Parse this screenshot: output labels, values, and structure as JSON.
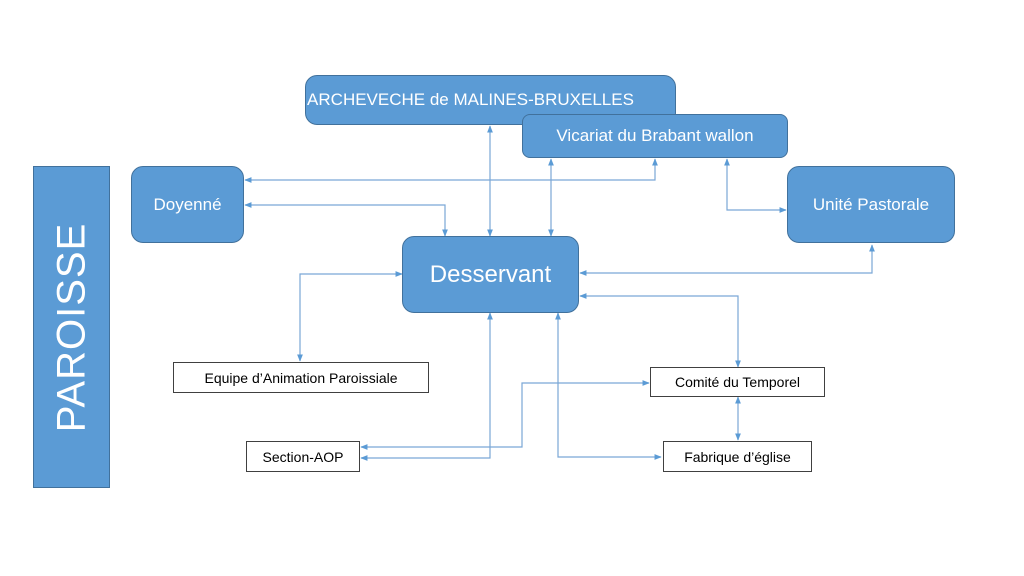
{
  "side_label": "PAROISSE",
  "nodes": {
    "archeveche": "ARCHEVECHE de MALINES-BRUXELLES",
    "vicariat": "Vicariat du Brabant wallon",
    "doyenne": "Doyenné",
    "unite_pastorale": "Unité Pastorale",
    "desservant": "Desservant",
    "equipe": "Equipe d’Animation Paroissiale",
    "comite": "Comité du Temporel",
    "section_aop": "Section-AOP",
    "fabrique": "Fabrique d’église"
  },
  "colors": {
    "box_fill": "#5b9bd5",
    "box_border": "#41719c",
    "connector": "#5b9bd5"
  }
}
